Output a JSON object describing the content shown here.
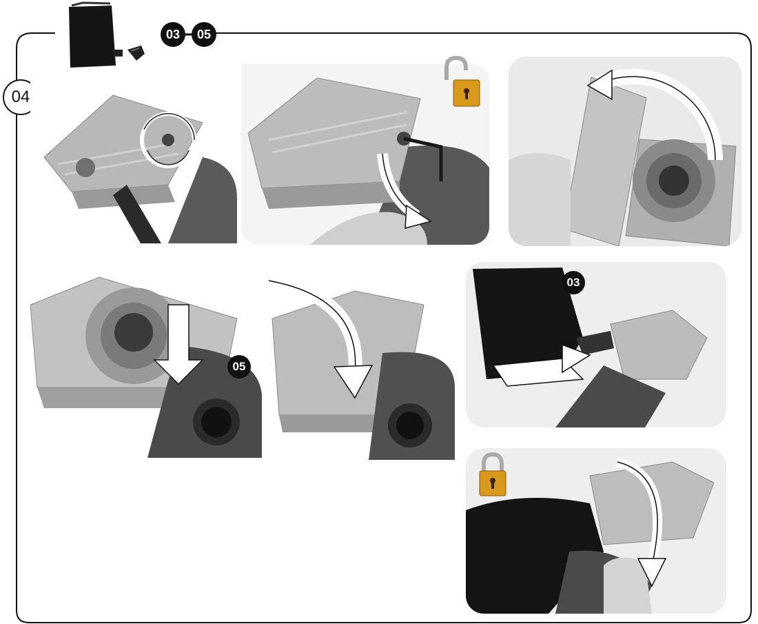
{
  "step": {
    "number": "04"
  },
  "accessory_refs": {
    "first": "03",
    "last": "05"
  },
  "callouts": {
    "dust_port": "05",
    "dust_bag": "03"
  },
  "colors": {
    "frame_stroke": "#111111",
    "lock_gold": "#d99a1c",
    "marker_fill": "#111111",
    "photo_bg": "#e6e6e6"
  },
  "icons": {
    "unlock": "padlock-open-icon",
    "lock": "padlock-closed-icon",
    "rotate_arrow": "curved-arrow-icon"
  }
}
